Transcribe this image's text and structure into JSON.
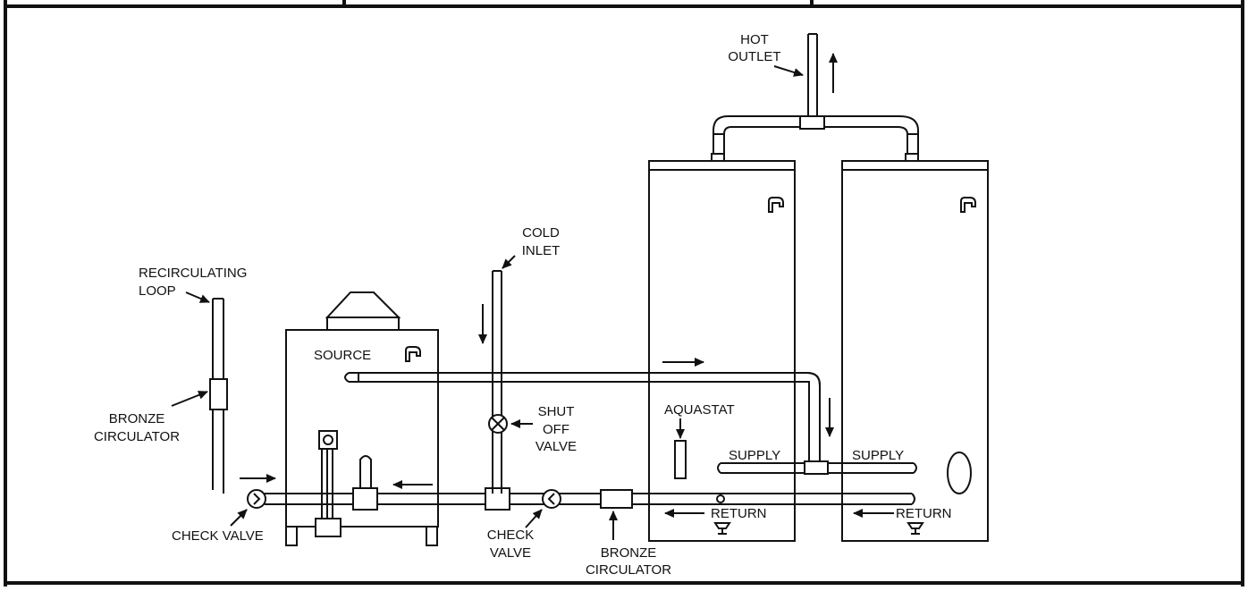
{
  "labels": {
    "hot_outlet": [
      "HOT",
      "OUTLET"
    ],
    "cold_inlet": [
      "COLD",
      "INLET"
    ],
    "recirculating_loop": [
      "RECIRCULATING",
      "LOOP"
    ],
    "bronze_circulator_left": [
      "BRONZE",
      "CIRCULATOR"
    ],
    "bronze_circulator_bottom": [
      "BRONZE",
      "CIRCULATOR"
    ],
    "check_valve_left": "CHECK VALVE",
    "check_valve_center": [
      "CHECK",
      "VALVE"
    ],
    "shut_off_valve": [
      "SHUT",
      "OFF",
      "VALVE"
    ],
    "source": "SOURCE",
    "aquastat": "AQUASTAT",
    "supply_1": "SUPPLY",
    "supply_2": "SUPPLY",
    "return_1": "RETURN",
    "return_2": "RETURN"
  },
  "icons": {
    "faucet": "faucet-icon",
    "drain_valve": "drain-valve-icon",
    "flow_arrow": "arrow-icon"
  }
}
